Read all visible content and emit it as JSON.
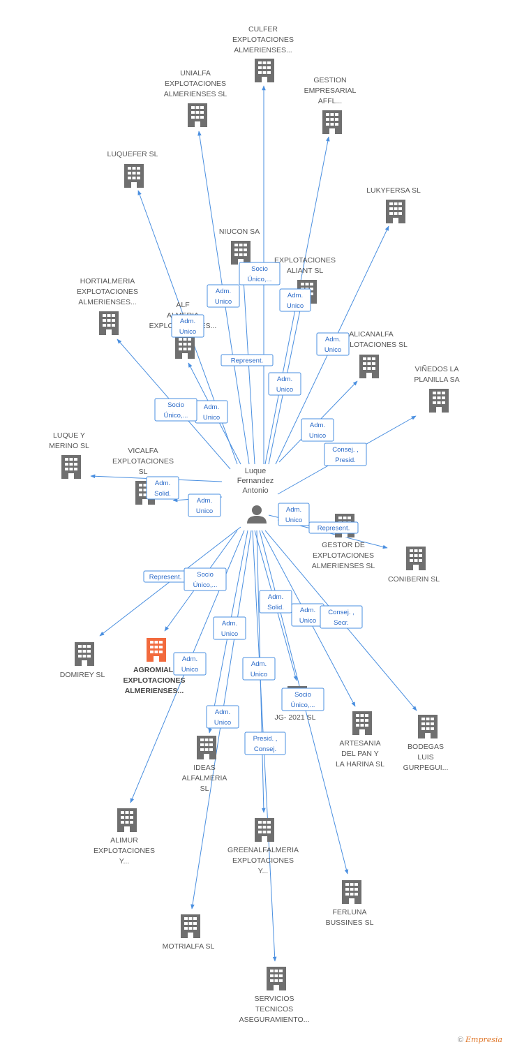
{
  "colors": {
    "edge": "#4a8fe0",
    "building": "#6f6f6f",
    "highlight": "#f26a3d",
    "role_text": "#2a6ac8"
  },
  "center": {
    "label": [
      "Luque",
      "Fernandez",
      "Antonio"
    ],
    "icon": "person-icon"
  },
  "companies": [
    {
      "id": "culfer",
      "label": [
        "CULFER",
        "EXPLOTACIONES",
        "ALMERIENSES..."
      ]
    },
    {
      "id": "unialfa",
      "label": [
        "UNIALFA",
        "EXPLOTACIONES",
        "ALMERIENSES SL"
      ]
    },
    {
      "id": "gestion-empresarial",
      "label": [
        "GESTION",
        "EMPRESARIAL",
        "AFFL..."
      ]
    },
    {
      "id": "luquefer",
      "label": [
        "LUQUEFER SL"
      ]
    },
    {
      "id": "lukyfersa",
      "label": [
        "LUKYFERSA SL"
      ]
    },
    {
      "id": "niucon",
      "label": [
        "NIUCON SA"
      ]
    },
    {
      "id": "explotaciones-aliant",
      "label": [
        "EXPLOTACIONES",
        "ALIANT SL"
      ]
    },
    {
      "id": "hortialmeria",
      "label": [
        "HORTIALMERIA",
        "EXPLOTACIONES",
        "ALMERIENSES..."
      ]
    },
    {
      "id": "alf-almeria",
      "label": [
        "ALF",
        "ALMERIA",
        "EXPLOTACIONES..."
      ]
    },
    {
      "id": "alicanalfa",
      "label": [
        "ALICANALFA",
        "EXPLOTACIONES SL"
      ]
    },
    {
      "id": "vinedos",
      "label": [
        "VIÑEDOS LA",
        "PLANILLA SA"
      ]
    },
    {
      "id": "luque-merino",
      "label": [
        "LUQUE Y",
        "MERINO  SL"
      ]
    },
    {
      "id": "vicalfa",
      "label": [
        "VICALFA",
        "EXPLOTACIONES",
        "SL"
      ]
    },
    {
      "id": "gestor",
      "label": [
        "GESTOR DE",
        "EXPLOTACIONES",
        "ALMERIENSES SL"
      ]
    },
    {
      "id": "coniberin",
      "label": [
        "CONIBERIN SL"
      ]
    },
    {
      "id": "domirey",
      "label": [
        "DOMIREY SL"
      ]
    },
    {
      "id": "agromiali",
      "label": [
        "AGROMIALI",
        "EXPLOTACIONES",
        "ALMERIENSES..."
      ]
    },
    {
      "id": "jg2021",
      "label": [
        "JG- 2021  SL"
      ]
    },
    {
      "id": "artesania",
      "label": [
        "ARTESANIA",
        "DEL PAN Y",
        "LA HARINA SL"
      ]
    },
    {
      "id": "bodegas",
      "label": [
        "BODEGAS",
        "LUIS",
        "GURPEGUI..."
      ]
    },
    {
      "id": "ideas-alfalmeria",
      "label": [
        "IDEAS",
        "ALFALMERIA",
        "SL"
      ]
    },
    {
      "id": "alimur",
      "label": [
        "ALIMUR",
        "EXPLOTACIONES",
        "Y..."
      ]
    },
    {
      "id": "greenalfalmeria",
      "label": [
        "GREENALFALMERIA",
        "EXPLOTACIONES",
        "Y..."
      ]
    },
    {
      "id": "ferluna",
      "label": [
        "FERLUNA",
        "BUSSINES  SL"
      ]
    },
    {
      "id": "motrialfa",
      "label": [
        "MOTRIALFA SL"
      ]
    },
    {
      "id": "servicios-tecnicos",
      "label": [
        "SERVICIOS",
        "TECNICOS",
        "ASEGURAMIENTO..."
      ]
    }
  ],
  "roles": [
    {
      "id": "r1",
      "label": [
        "Socio",
        "Único,..."
      ]
    },
    {
      "id": "r2",
      "label": [
        "Adm.",
        "Unico"
      ]
    },
    {
      "id": "r3",
      "label": [
        "Adm.",
        "Unico"
      ]
    },
    {
      "id": "r4",
      "label": [
        "Adm.",
        "Unico"
      ]
    },
    {
      "id": "r5",
      "label": [
        "Represent."
      ]
    },
    {
      "id": "r6",
      "label": [
        "Adm.",
        "Unico"
      ]
    },
    {
      "id": "r7",
      "label": [
        "Adm.",
        "Unico"
      ]
    },
    {
      "id": "r8",
      "label": [
        "Socio",
        "Único,..."
      ]
    },
    {
      "id": "r9",
      "label": [
        "Adm.",
        "Unico"
      ]
    },
    {
      "id": "r10",
      "label": [
        "Adm.",
        "Unico"
      ]
    },
    {
      "id": "r11",
      "label": [
        "Consej. ,",
        "Presid."
      ]
    },
    {
      "id": "r12",
      "label": [
        "Adm.",
        "Solid."
      ]
    },
    {
      "id": "r13",
      "label": [
        "Adm.",
        "Unico"
      ]
    },
    {
      "id": "r14",
      "label": [
        "Adm.",
        "Unico"
      ]
    },
    {
      "id": "r15",
      "label": [
        "Represent."
      ]
    },
    {
      "id": "r16",
      "label": [
        "Represent."
      ]
    },
    {
      "id": "r17",
      "label": [
        "Socio",
        "Único,..."
      ]
    },
    {
      "id": "r18",
      "label": [
        "Adm.",
        "Solid."
      ]
    },
    {
      "id": "r19",
      "label": [
        "Adm.",
        "Unico"
      ]
    },
    {
      "id": "r20",
      "label": [
        "Consej. ,",
        "Secr."
      ]
    },
    {
      "id": "r21",
      "label": [
        "Adm.",
        "Unico"
      ]
    },
    {
      "id": "r22",
      "label": [
        "Adm.",
        "Unico"
      ]
    },
    {
      "id": "r23",
      "label": [
        "Adm.",
        "Unico"
      ]
    },
    {
      "id": "r24",
      "label": [
        "Socio",
        "Único,..."
      ]
    },
    {
      "id": "r25",
      "label": [
        "Adm.",
        "Unico"
      ]
    },
    {
      "id": "r26",
      "label": [
        "Presid. ,",
        "Consej."
      ]
    }
  ],
  "footer": {
    "copyright": "©",
    "brand": "Empresia"
  }
}
